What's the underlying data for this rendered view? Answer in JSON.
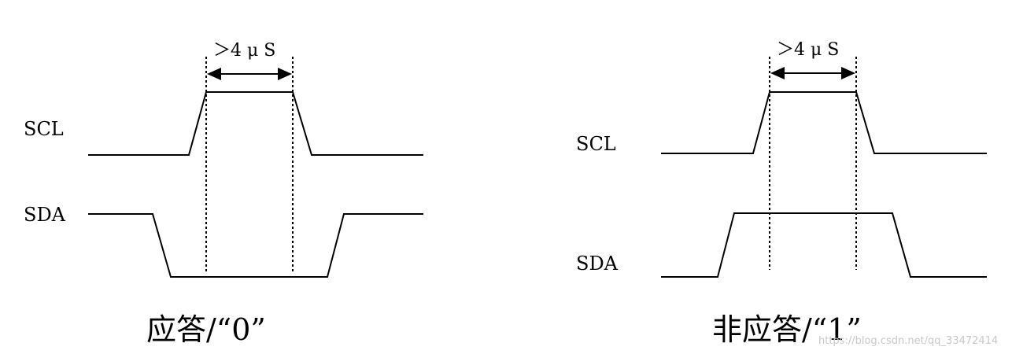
{
  "ack": {
    "scl_label": "SCL",
    "sda_label": "SDA",
    "timing_label": "＞4 μ S",
    "caption": "应答/“0”"
  },
  "nack": {
    "scl_label": "SCL",
    "sda_label": "SDA",
    "timing_label": "＞4 μ S",
    "caption": "非应答/“1”"
  },
  "watermark": "https://blog.csdn.net/qq_33472414"
}
